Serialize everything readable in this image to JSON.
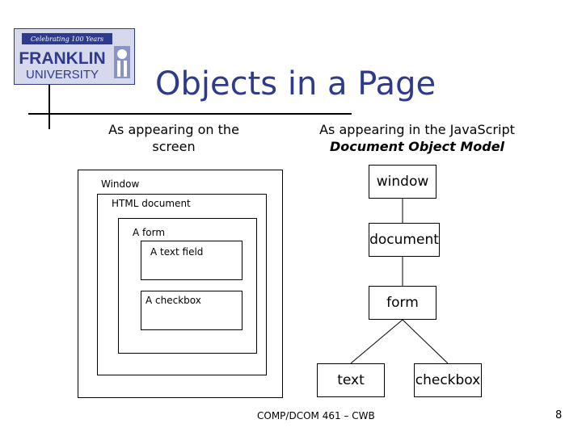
{
  "logo": {
    "banner": "Celebrating 100 Years",
    "line1": "FRANKLIN",
    "line2": "UNIVERSITY"
  },
  "title": "Objects in a Page",
  "left_heading": {
    "line1": "As appearing on the",
    "line2": "screen"
  },
  "right_heading": {
    "line1": "As appearing in the JavaScript",
    "line2": "Document Object Model"
  },
  "screen_boxes": {
    "window": "Window",
    "html_document": "HTML document",
    "form": "A form",
    "text_field": "A text field",
    "checkbox": "A checkbox"
  },
  "dom_tree": {
    "window": "window",
    "document": "document",
    "form": "form",
    "text": "text",
    "checkbox": "checkbox"
  },
  "footer": "COMP/DCOM 461 – CWB",
  "page_number": "8",
  "colors": {
    "title": "#2e3a8c",
    "logo_blue": "#2e3a8c",
    "logo_bg": "#d6d9ec"
  }
}
